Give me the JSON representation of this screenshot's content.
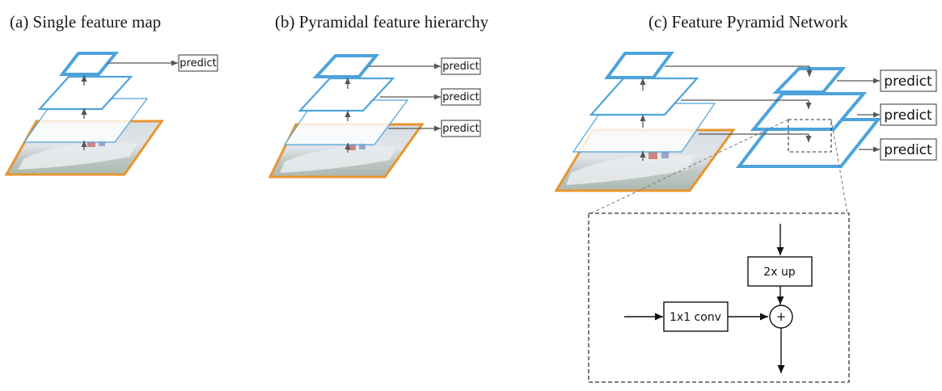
{
  "panels": {
    "a": {
      "caption": "(a)  Single feature map"
    },
    "b": {
      "caption": "(b)  Pyramidal feature hierarchy"
    },
    "c": {
      "caption": "(c)  Feature Pyramid Network"
    }
  },
  "predict_label": "predict",
  "detail": {
    "upsample_label": "2x up",
    "conv_label": "1x1 conv",
    "add_symbol": "+"
  },
  "colors": {
    "feature_map": "#4da3dc",
    "image": "#e8952f",
    "arrow": "#555555",
    "box_border": "#222222"
  },
  "icons": {
    "image_layer": "boat-photo-thumbnail",
    "arrow": "arrow-icon",
    "merge": "circle-plus-icon"
  }
}
